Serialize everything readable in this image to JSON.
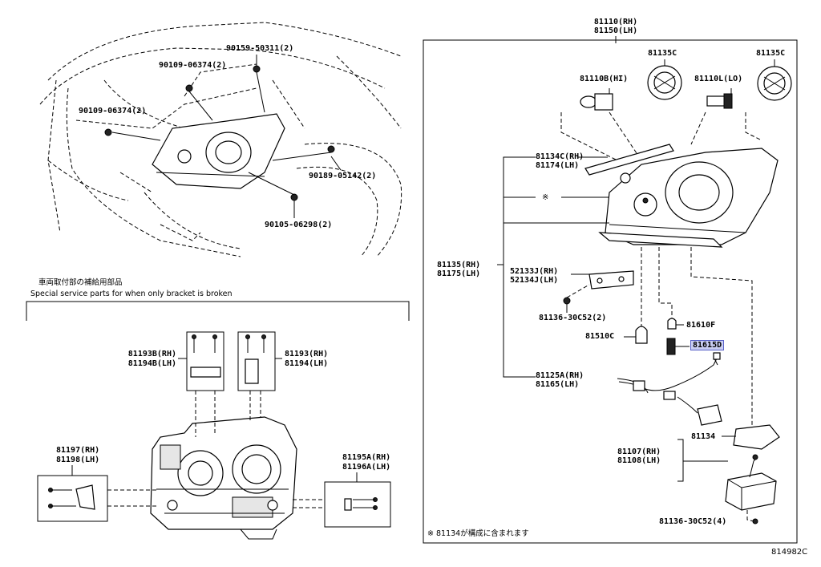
{
  "diagram_code": "814982C",
  "note_jp": "車両取付部の補給用部品",
  "note_en": "Special service parts for when only bracket is broken",
  "footnote": "※ 81134が構成に含まれます",
  "asterisk": "※",
  "labels": {
    "p90159": "90159-50311(2)",
    "p90109a": "90109-06374(2)",
    "p90109b": "90109-06374(2)",
    "p90189": "90189-05142(2)",
    "p90105": "90105-06298(2)",
    "p81110rh": "81110(RH)",
    "p81150lh": "81150(LH)",
    "p81135c_a": "81135C",
    "p81135c_b": "81135C",
    "p81110b": "81110B(HI)",
    "p81110l": "81110L(LO)",
    "p81134c": "81134C(RH)",
    "p81174": "81174(LH)",
    "p81135": "81135(RH)",
    "p81175": "81175(LH)",
    "p52133j": "52133J(RH)",
    "p52134j": "52134J(LH)",
    "p81136a": "81136-30C52(2)",
    "p81610f": "81610F",
    "p81510c": "81510C",
    "p81615d": "81615D",
    "p81125a": "81125A(RH)",
    "p81165": "81165(LH)",
    "p81134": "81134",
    "p81107": "81107(RH)",
    "p81108": "81108(LH)",
    "p81136b": "81136-30C52(4)",
    "p81193b": "81193B(RH)",
    "p81194b": "81194B(LH)",
    "p81193": "81193(RH)",
    "p81194": "81194(LH)",
    "p81197": "81197(RH)",
    "p81198": "81198(LH)",
    "p81195a": "81195A(RH)",
    "p81196a": "81196A(LH)"
  },
  "colors": {
    "highlight_bg": "#c9cdf2",
    "highlight_border": "#5a63c9"
  }
}
